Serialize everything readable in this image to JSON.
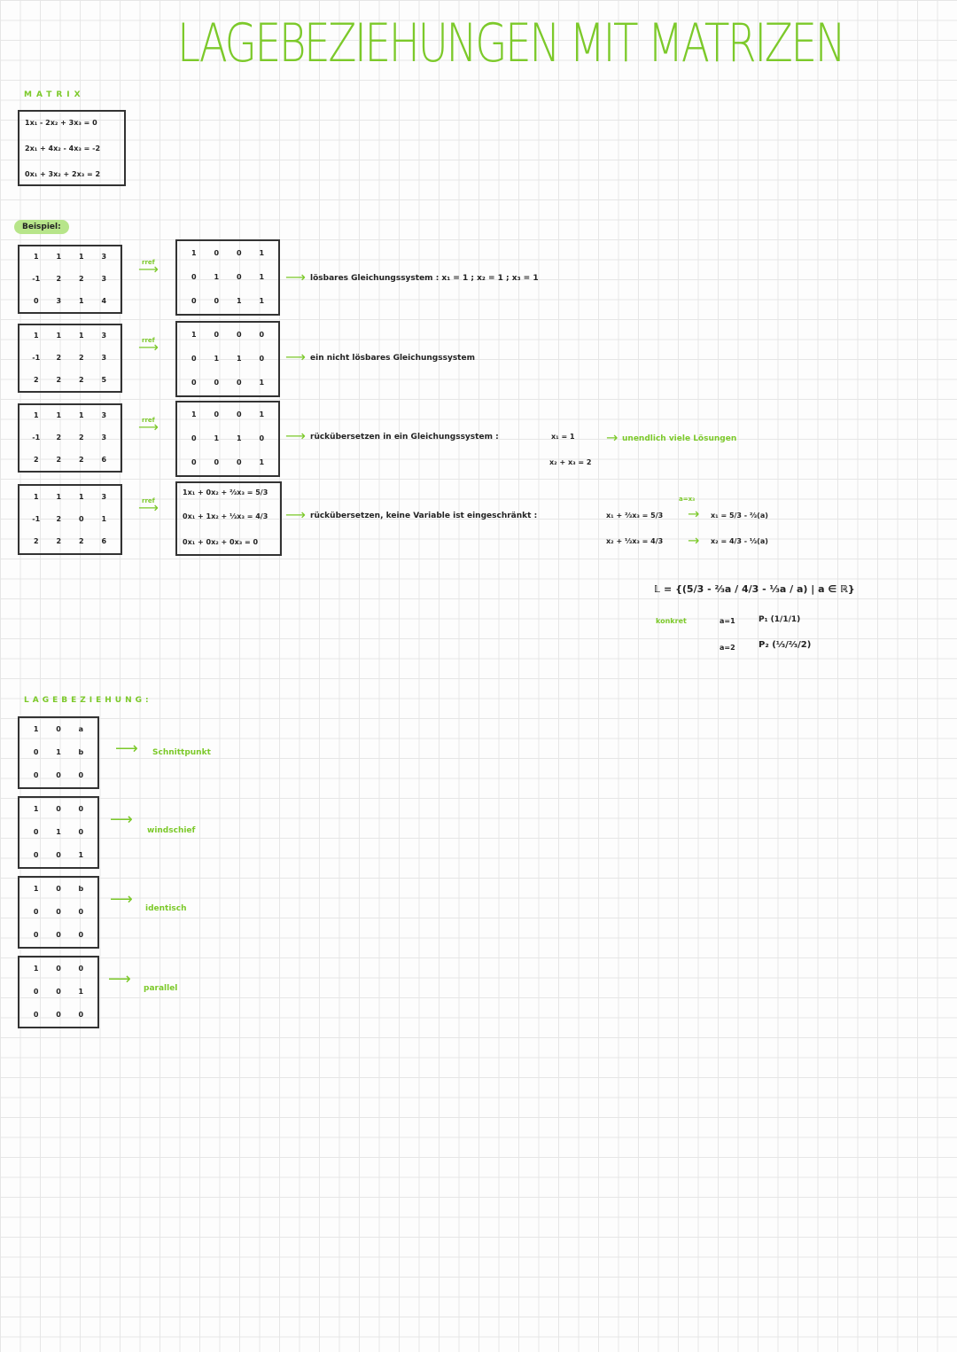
{
  "title": "LAGEBEZIEHUNGEN MIT MATRIZEN",
  "matrix_heading": "MATRIX",
  "matrix_rows": [
    "1x₁ - 2x₂ + 3x₃ = 0",
    "2x₁ + 4x₂ - 4x₃ = -2",
    "0x₁ + 3x₂ + 2x₃ = 2"
  ],
  "example_label": "Beispiel:",
  "rref_label": "rref",
  "examples": [
    {
      "left": [
        [
          "1",
          "1",
          "1",
          "3"
        ],
        [
          "-1",
          "2",
          "2",
          "3"
        ],
        [
          "0",
          "3",
          "1",
          "4"
        ]
      ],
      "right": [
        [
          "1",
          "0",
          "0",
          "1"
        ],
        [
          "0",
          "1",
          "0",
          "1"
        ],
        [
          "0",
          "0",
          "1",
          "1"
        ]
      ],
      "note": "lösbares Gleichungssystem : x₁ = 1 ; x₂ = 1 ; x₃ = 1"
    },
    {
      "left": [
        [
          "1",
          "1",
          "1",
          "3"
        ],
        [
          "-1",
          "2",
          "2",
          "3"
        ],
        [
          "2",
          "2",
          "2",
          "5"
        ]
      ],
      "right": [
        [
          "1",
          "0",
          "0",
          "0"
        ],
        [
          "0",
          "1",
          "1",
          "0"
        ],
        [
          "0",
          "0",
          "0",
          "1"
        ]
      ],
      "note": "ein nicht lösbares Gleichungssystem"
    },
    {
      "left": [
        [
          "1",
          "1",
          "1",
          "3"
        ],
        [
          "-1",
          "2",
          "2",
          "3"
        ],
        [
          "2",
          "2",
          "2",
          "6"
        ]
      ],
      "right": [
        [
          "1",
          "0",
          "0",
          "1"
        ],
        [
          "0",
          "1",
          "1",
          "0"
        ],
        [
          "0",
          "0",
          "0",
          "1"
        ]
      ],
      "note": "rückübersetzen in ein Gleichungssystem :",
      "eq1": "x₁ = 1",
      "eq2": "x₂ + x₃ = 2",
      "result": "unendlich viele Lösungen"
    },
    {
      "left": [
        [
          "1",
          "1",
          "1",
          "3"
        ],
        [
          "-1",
          "2",
          "0",
          "1"
        ],
        [
          "2",
          "2",
          "2",
          "6"
        ]
      ],
      "right_rows": [
        "1x₁ + 0x₂ + ⅔x₃ = 5/3",
        "0x₁ + 1x₂ + ⅓x₃ = 4/3",
        "0x₁ + 0x₂ + 0x₃ = 0"
      ],
      "note": "rückübersetzen, keine Variable ist eingeschränkt :",
      "sys1": "x₁ + ⅔x₃ = 5/3",
      "sys2": "x₂ + ⅓x₃ = 4/3",
      "param": "a=x₃",
      "sol1": "x₁ = 5/3 - ⅔(a)",
      "sol2": "x₂ = 4/3 - ⅓(a)"
    }
  ],
  "solution_set": "𝕃 = {(5/3 - ⅔a / 4/3 - ⅓a / a) | a ∈ ℝ}",
  "konkret_label": "konkret",
  "konkret": [
    {
      "a": "a=1",
      "point": "P₁ (1/1/1)"
    },
    {
      "a": "a=2",
      "point": "P₂ (⅓/⅔/2)"
    }
  ],
  "lage_heading": "LAGEBEZIEHUNG:",
  "lage": [
    {
      "rows": [
        [
          "1",
          "0",
          "a"
        ],
        [
          "0",
          "1",
          "b"
        ],
        [
          "0",
          "0",
          "0"
        ]
      ],
      "label": "Schnittpunkt"
    },
    {
      "rows": [
        [
          "1",
          "0",
          "0"
        ],
        [
          "0",
          "1",
          "0"
        ],
        [
          "0",
          "0",
          "1"
        ]
      ],
      "label": "windschief"
    },
    {
      "rows": [
        [
          "1",
          "0",
          "b"
        ],
        [
          "0",
          "0",
          "0"
        ],
        [
          "0",
          "0",
          "0"
        ]
      ],
      "label": "identisch"
    },
    {
      "rows": [
        [
          "1",
          "0",
          "0"
        ],
        [
          "0",
          "0",
          "1"
        ],
        [
          "0",
          "0",
          "0"
        ]
      ],
      "label": "parallel"
    }
  ],
  "colors": {
    "accent": "#7cc92a",
    "pill": "#b7e58a",
    "ink": "#222222"
  }
}
